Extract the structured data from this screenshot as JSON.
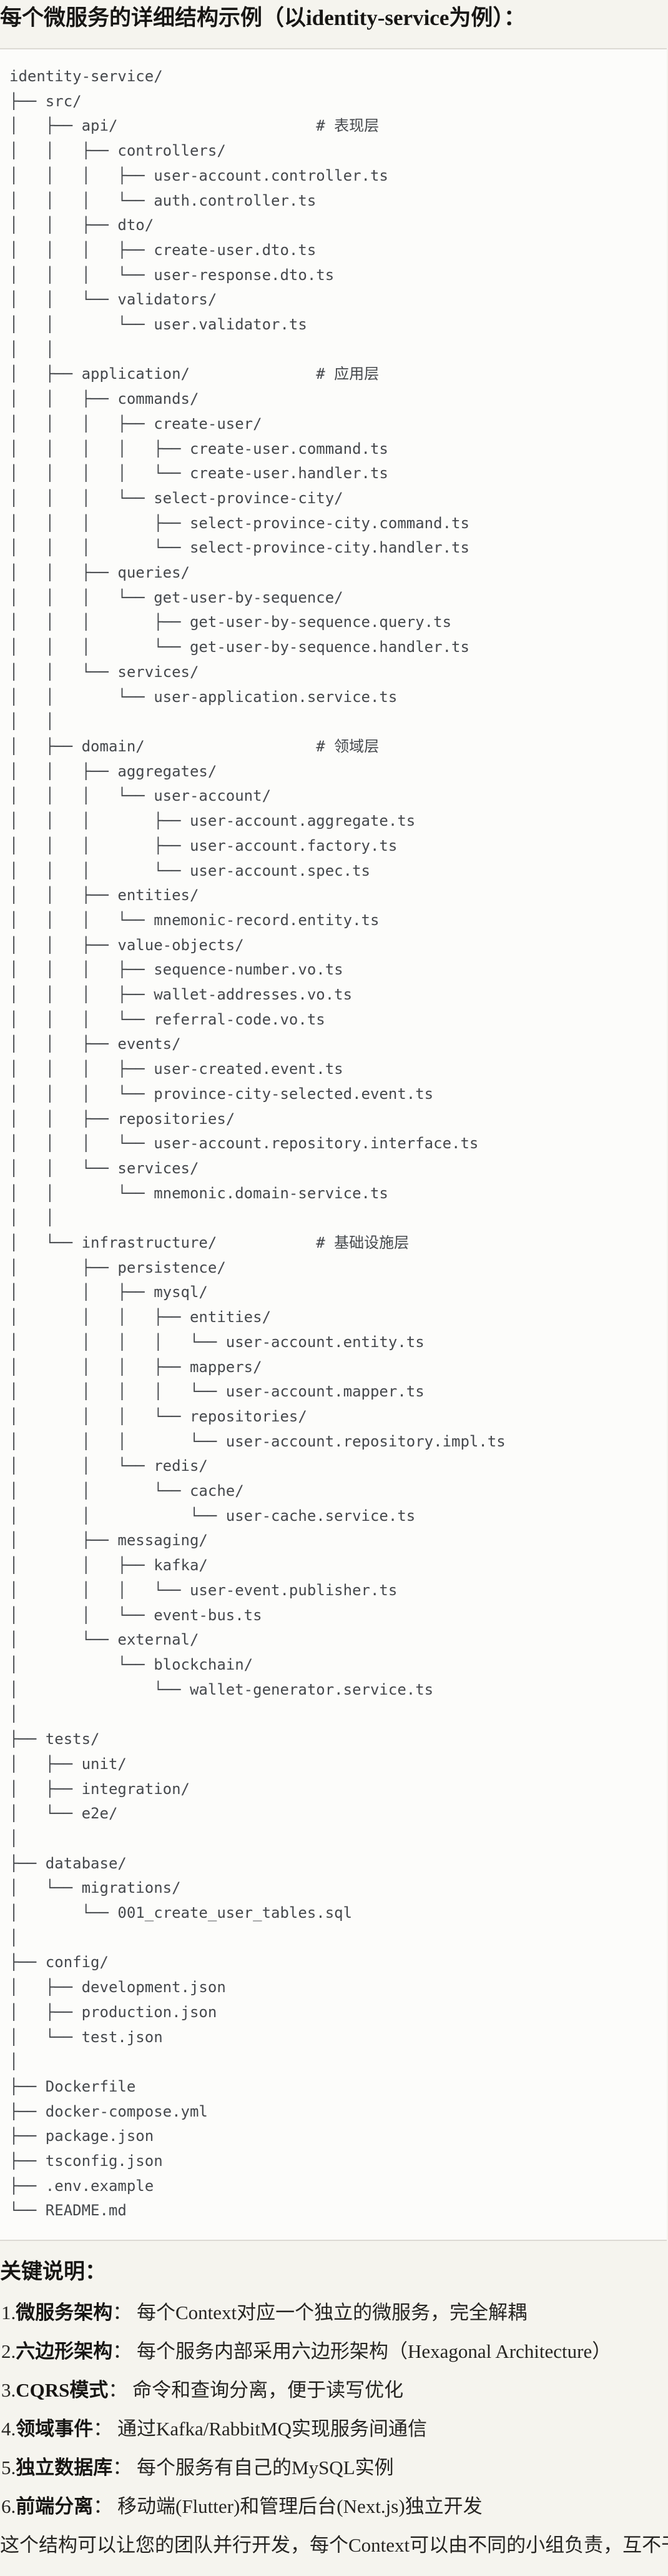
{
  "page": {
    "title": "每个微服务的详细结构示例（以identity-service为例）："
  },
  "colors": {
    "page_bg": "#f5f4ee",
    "code_bg": "#fcfcfa",
    "code_border": "#dcdad4",
    "tree_text": "#45484c",
    "heading_text": "#171614"
  },
  "code_block": {
    "lines": [
      "identity-service/",
      "├── src/",
      "│   ├── api/                      # 表现层",
      "│   │   ├── controllers/",
      "│   │   │   ├── user-account.controller.ts",
      "│   │   │   └── auth.controller.ts",
      "│   │   ├── dto/",
      "│   │   │   ├── create-user.dto.ts",
      "│   │   │   └── user-response.dto.ts",
      "│   │   └── validators/",
      "│   │       └── user.validator.ts",
      "│   │",
      "│   ├── application/              # 应用层",
      "│   │   ├── commands/",
      "│   │   │   ├── create-user/",
      "│   │   │   │   ├── create-user.command.ts",
      "│   │   │   │   └── create-user.handler.ts",
      "│   │   │   └── select-province-city/",
      "│   │   │       ├── select-province-city.command.ts",
      "│   │   │       └── select-province-city.handler.ts",
      "│   │   ├── queries/",
      "│   │   │   └── get-user-by-sequence/",
      "│   │   │       ├── get-user-by-sequence.query.ts",
      "│   │   │       └── get-user-by-sequence.handler.ts",
      "│   │   └── services/",
      "│   │       └── user-application.service.ts",
      "│   │",
      "│   ├── domain/                   # 领域层",
      "│   │   ├── aggregates/",
      "│   │   │   └── user-account/",
      "│   │   │       ├── user-account.aggregate.ts",
      "│   │   │       ├── user-account.factory.ts",
      "│   │   │       └── user-account.spec.ts",
      "│   │   ├── entities/",
      "│   │   │   └── mnemonic-record.entity.ts",
      "│   │   ├── value-objects/",
      "│   │   │   ├── sequence-number.vo.ts",
      "│   │   │   ├── wallet-addresses.vo.ts",
      "│   │   │   └── referral-code.vo.ts",
      "│   │   ├── events/",
      "│   │   │   ├── user-created.event.ts",
      "│   │   │   └── province-city-selected.event.ts",
      "│   │   ├── repositories/",
      "│   │   │   └── user-account.repository.interface.ts",
      "│   │   └── services/",
      "│   │       └── mnemonic.domain-service.ts",
      "│   │",
      "│   └── infrastructure/           # 基础设施层",
      "│       ├── persistence/",
      "│       │   ├── mysql/",
      "│       │   │   ├── entities/",
      "│       │   │   │   └── user-account.entity.ts",
      "│       │   │   ├── mappers/",
      "│       │   │   │   └── user-account.mapper.ts",
      "│       │   │   └── repositories/",
      "│       │   │       └── user-account.repository.impl.ts",
      "│       │   └── redis/",
      "│       │       └── cache/",
      "│       │           └── user-cache.service.ts",
      "│       ├── messaging/",
      "│       │   ├── kafka/",
      "│       │   │   └── user-event.publisher.ts",
      "│       │   └── event-bus.ts",
      "│       └── external/",
      "│           └── blockchain/",
      "│               └── wallet-generator.service.ts",
      "│",
      "├── tests/",
      "│   ├── unit/",
      "│   ├── integration/",
      "│   └── e2e/",
      "│",
      "├── database/",
      "│   └── migrations/",
      "│       └── 001_create_user_tables.sql",
      "│",
      "├── config/",
      "│   ├── development.json",
      "│   ├── production.json",
      "│   └── test.json",
      "│",
      "├── Dockerfile",
      "├── docker-compose.yml",
      "├── package.json",
      "├── tsconfig.json",
      "├── .env.example",
      "└── README.md"
    ]
  },
  "notes": {
    "heading": "关键说明：",
    "items": [
      {
        "num": "1.",
        "label": "微服务架构",
        "colon": "：",
        "text": "每个Context对应一个独立的微服务，完全解耦"
      },
      {
        "num": "2.",
        "label": "六边形架构",
        "colon": "：",
        "text": "每个服务内部采用六边形架构（Hexagonal Architecture）"
      },
      {
        "num": "3.",
        "label": "CQRS模式",
        "colon": "：",
        "text": "命令和查询分离，便于读写优化"
      },
      {
        "num": "4.",
        "label": "领域事件",
        "colon": "：",
        "text": "通过Kafka/RabbitMQ实现服务间通信"
      },
      {
        "num": "5.",
        "label": "独立数据库",
        "colon": "：",
        "text": "每个服务有自己的MySQL实例"
      },
      {
        "num": "6.",
        "label": "前端分离",
        "colon": "：",
        "text": "移动端(Flutter)和管理后台(Next.js)独立开发"
      }
    ],
    "closing": "这个结构可以让您的团队并行开发，每个Context可以由不同的小组负责，互不干扰。"
  }
}
